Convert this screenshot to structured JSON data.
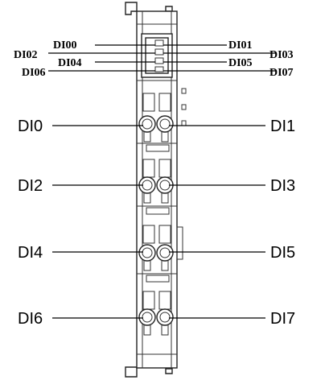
{
  "led_labels": {
    "left": [
      "DI00",
      "DI02",
      "DI04",
      "DI06"
    ],
    "right": [
      "DI01",
      "DI03",
      "DI05",
      "DI07"
    ]
  },
  "terminal_labels": {
    "left": [
      "DI0",
      "DI2",
      "DI4",
      "DI6"
    ],
    "right": [
      "DI1",
      "DI3",
      "DI5",
      "DI7"
    ]
  }
}
